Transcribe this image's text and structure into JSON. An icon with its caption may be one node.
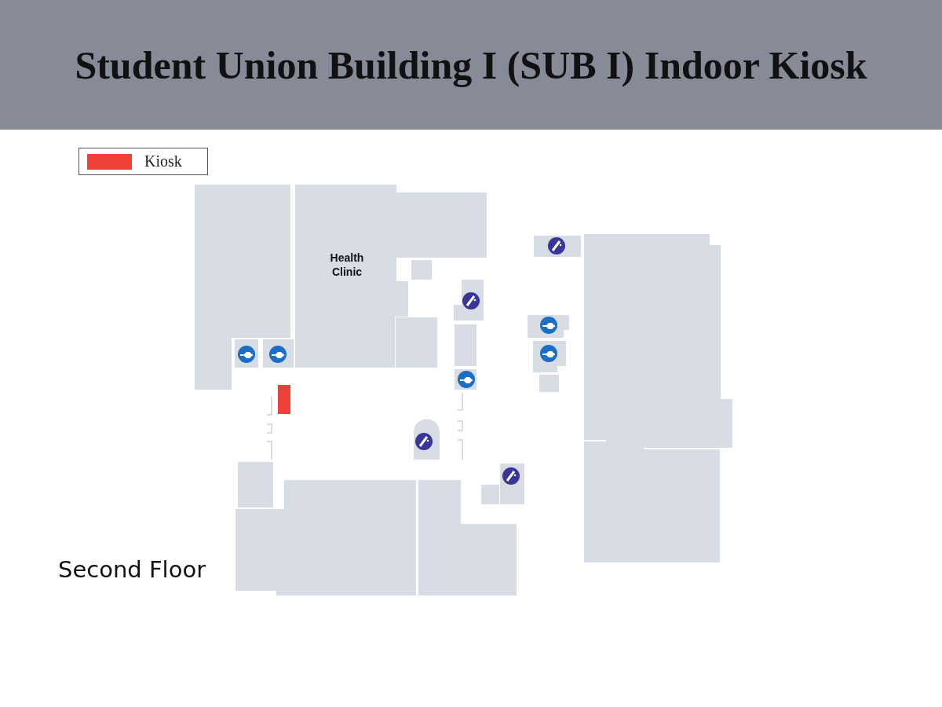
{
  "diagram": {
    "title": "Student Union Building I (SUB I) Indoor Kiosk",
    "nodes": [
      {
        "text": [
          "Health Clinic"
        ]
      }
    ],
    "labels": [
      "Second Floor"
    ],
    "legend": [
      {
        "text": "Kiosk",
        "color": "#ef4136"
      }
    ]
  }
}
